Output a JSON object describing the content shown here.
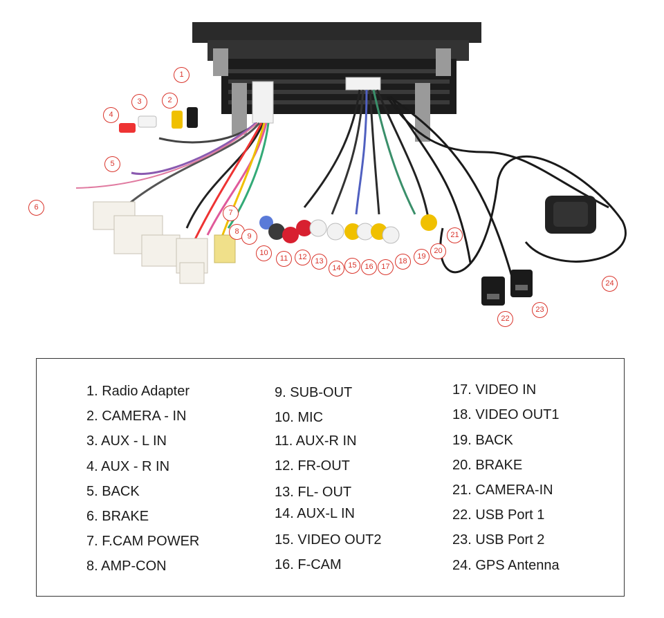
{
  "callouts": [
    "1",
    "2",
    "3",
    "4",
    "5",
    "6",
    "7",
    "8",
    "9",
    "10",
    "11",
    "12",
    "13",
    "14",
    "15",
    "16",
    "17",
    "18",
    "19",
    "20",
    "21",
    "22",
    "23",
    "24"
  ],
  "legend": {
    "col1": [
      "1. Radio  Adapter",
      "2. CAMERA - IN",
      "3. AUX - L IN",
      "4. AUX - R IN",
      "5. BACK",
      "6. BRAKE",
      "7. F.CAM POWER",
      "8. AMP-CON"
    ],
    "col2": [
      "9. SUB-OUT",
      "10. MIC",
      "11. AUX-R IN",
      "12. FR-OUT",
      "13. FL- OUT",
      "14. AUX-L IN",
      "15. VIDEO OUT2",
      "16. F-CAM"
    ],
    "col3": [
      "17. VIDEO IN",
      "18. VIDEO OUT1",
      "19. BACK",
      "20. BRAKE",
      "21. CAMERA-IN",
      "22. USB Port 1",
      "23. USB Port 2",
      "24. GPS Antenna"
    ]
  },
  "colors": {
    "callout": "#d9342b",
    "border": "#333333",
    "text": "#1a1a1a"
  }
}
